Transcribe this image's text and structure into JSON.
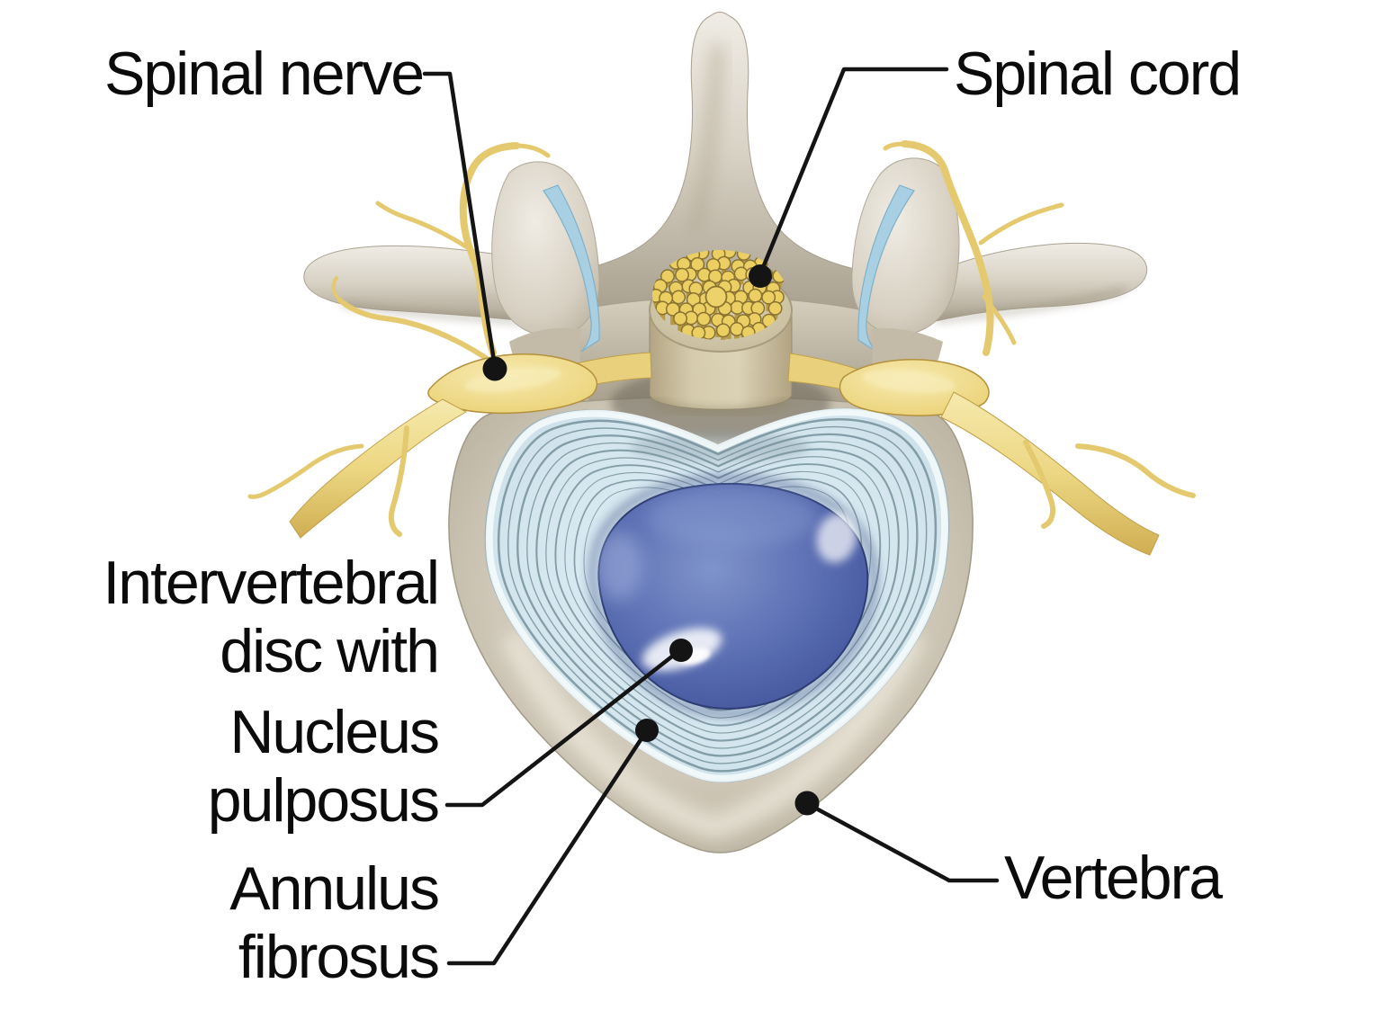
{
  "diagram": {
    "background_color": "#ffffff",
    "labels": {
      "spinal_nerve": "Spinal nerve",
      "spinal_cord": "Spinal cord",
      "disc_line1": "Intervertebral",
      "disc_line2": "disc with",
      "nucleus_line1": "Nucleus",
      "nucleus_line2": "pulposus",
      "annulus_line1": "Annulus",
      "annulus_line2": "fibrosus",
      "vertebra": "Vertebra"
    },
    "colors": {
      "label_text": "#0b0b0b",
      "leader_line": "#141414",
      "anchor_dot": "#141414",
      "bone": "#d8d1c2",
      "bone_shadow": "#a79e8c",
      "facet_cartilage": "#a9d0e2",
      "nerve_yellow": "#ecd57e",
      "spinal_cord_sheath": "#d5ccae",
      "nerve_fibers": "#eccf63",
      "annulus_fill": "#d3e6ee",
      "annulus_ring_line": "#76909b",
      "nucleus_fill": "#4c5fa6",
      "vertebral_body": "#cfc8b8"
    }
  }
}
